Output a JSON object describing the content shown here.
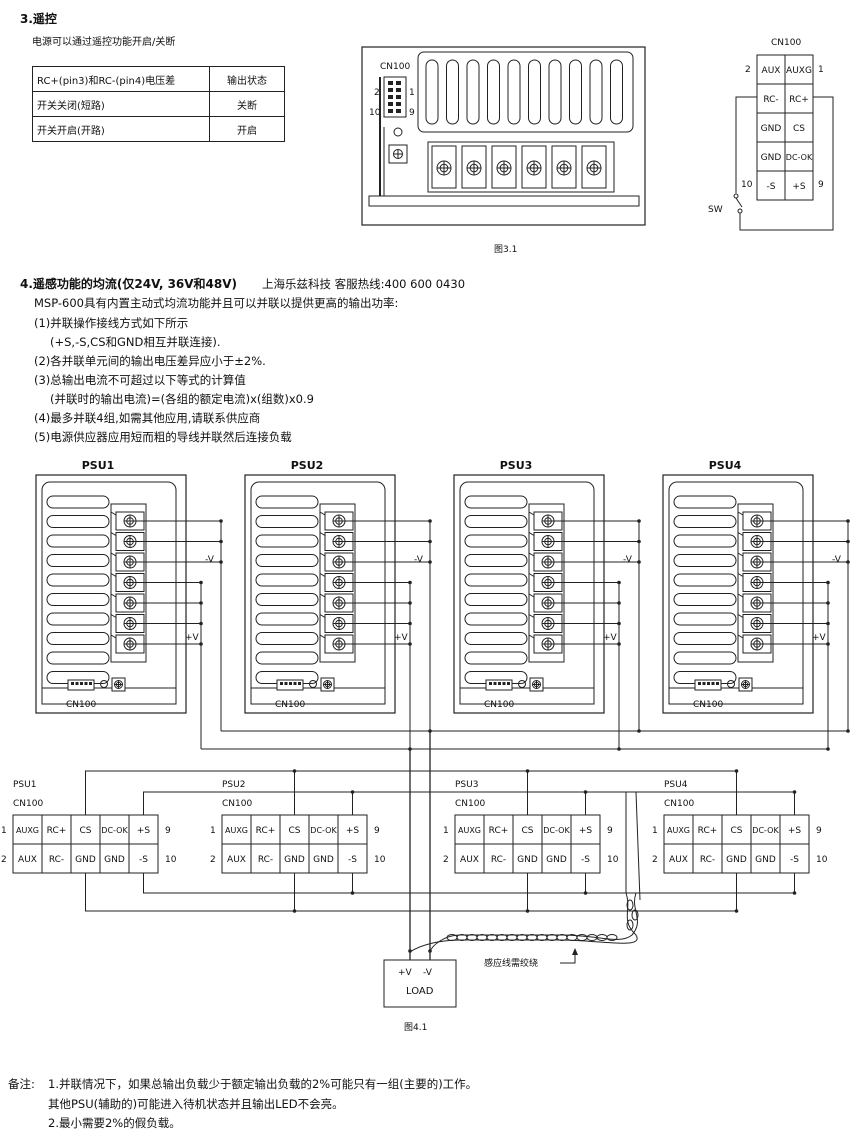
{
  "section3": {
    "heading": "3.遥控",
    "desc": "电源可以通过遥控功能开启/关断",
    "table": {
      "headers": [
        "RC+(pin3)和RC-(pin4)电压差",
        "输出状态"
      ],
      "rows": [
        [
          "开关关闭(短路)",
          "关断"
        ],
        [
          "开关开启(开路)",
          "开启"
        ]
      ]
    },
    "fig_caption": "图3.1",
    "cn_label": "CN100",
    "pin_2": "2",
    "pin_1": "1",
    "pin_10": "10",
    "pin_9": "9",
    "connector_cells": [
      [
        "AUX",
        "AUXG"
      ],
      [
        "RC-",
        "RC+"
      ],
      [
        "GND",
        "CS"
      ],
      [
        "GND",
        "DC-OK"
      ],
      [
        "-S",
        "+S"
      ]
    ],
    "sw_label": "SW"
  },
  "section4": {
    "heading": "4.遥感功能的均流(仅24V, 36V和48V)",
    "hotline": "上海乐兹科技 客服热线:400 600 0430",
    "lines": [
      "MSP-600具有内置主动式均流功能并且可以并联以提供更高的输出功率:",
      "(1)并联操作接线方式如下所示",
      "(+S,-S,CS和GND相互并联连接).",
      "(2)各并联单元间的输出电压差异应小于±2%.",
      "(3)总输出电流不可超过以下等式的计算值",
      "(并联时的输出电流)=(各组的额定电流)x(组数)x0.9",
      "(4)最多并联4组,如需其他应用,请联系供应商",
      "(5)电源供应器应用短而粗的导线并联然后连接负载"
    ],
    "psus": [
      "PSU1",
      "PSU2",
      "PSU3",
      "PSU4"
    ],
    "minus_v": "-V",
    "plus_v": "+V",
    "cn100": "CN100",
    "conn_top": [
      "AUXG",
      "RC+",
      "CS",
      "DC-OK",
      "+S"
    ],
    "conn_bottom": [
      "AUX",
      "RC-",
      "GND",
      "GND",
      "-S"
    ],
    "pin_labels": {
      "p1": "1",
      "p2": "2",
      "p9": "9",
      "p10": "10"
    },
    "load": {
      "plus": "+V",
      "minus": "-V",
      "label": "LOAD"
    },
    "twist_note": "感应线需绞绕",
    "fig_caption": "图4.1"
  },
  "notes": {
    "prefix": "备注:",
    "line1": "1.并联情况下，如果总输出负载少于额定输出负载的2%可能只有一组(主要的)工作。",
    "line2": "其他PSU(辅助的)可能进入待机状态并且输出LED不会亮。",
    "line3": "2.最小需要2%的假负载。"
  }
}
